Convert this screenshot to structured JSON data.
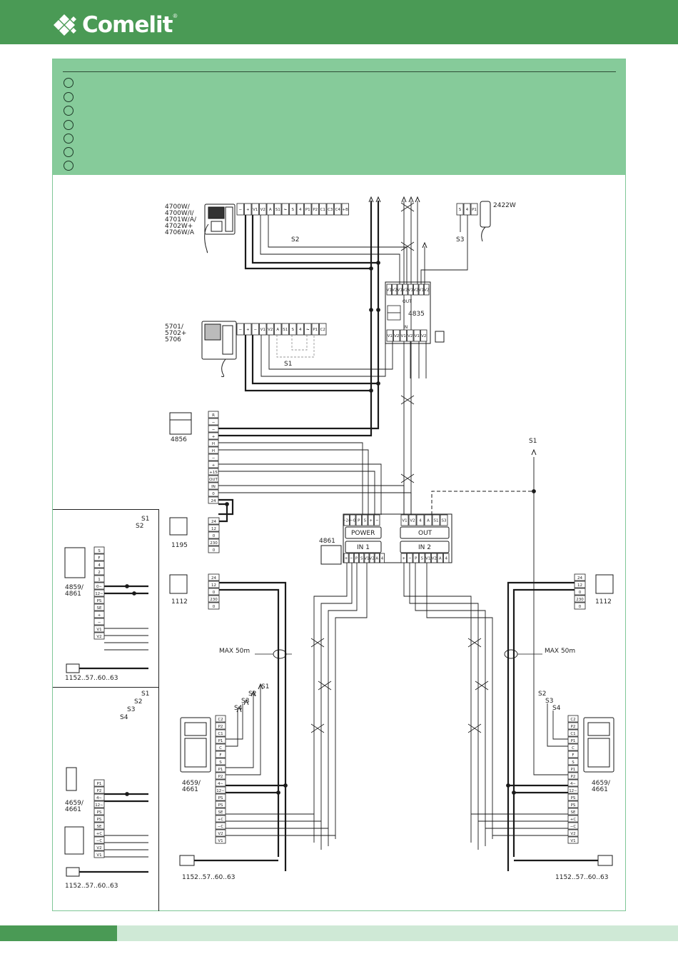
{
  "brand": {
    "name": "Comelit",
    "reg": "®"
  },
  "labels": {
    "top_monitor": [
      "4700W/",
      "4700W/I/",
      "4701W/A/",
      "4702W+",
      "4706W/A"
    ],
    "mid_monitor": [
      "5701/",
      "5702+",
      "5706"
    ],
    "handset": "2422W",
    "distributor": "4835",
    "dist_out": "OUT",
    "dist_in": "IN",
    "unit_4856": "4856",
    "unit_4861": "4861",
    "power": "POWER",
    "out": "OUT",
    "in1": "IN 1",
    "in2": "IN 2",
    "s1": "S1",
    "s2": "S2",
    "s3": "S3",
    "s4": "S4",
    "psu_1195": "1195",
    "psu_1112_left": "1112",
    "psu_1112_right": "1112",
    "max_left": "MAX 50m",
    "max_right": "MAX 50m",
    "panel_4659_left": [
      "4659/",
      "4661"
    ],
    "panel_4659_right": [
      "4659/",
      "4661"
    ],
    "panel_4859": [
      "4859/",
      "4861"
    ],
    "panel_4659_side": [
      "4659/",
      "4661"
    ],
    "cam_1152_a": "1152..57..60..63",
    "cam_1152_b": "1152..57..60..63",
    "cam_1152_left": "1152..57..60..63",
    "cam_1152_right": "1152..57..60..63"
  },
  "terminals": {
    "top_monitor": [
      "−",
      "+",
      "V1",
      "V2",
      "A",
      "S1",
      "⏦",
      "S",
      "4",
      "P1",
      "P2",
      "C1",
      "C3",
      "C4",
      "+B"
    ],
    "handset": [
      "S",
      "4",
      "P1"
    ],
    "dist_out_row": [
      "V1",
      "V2",
      "V1",
      "V2",
      "V1",
      "V2",
      "V1",
      "V2"
    ],
    "dist_in_row": [
      "V1",
      "V2",
      "V1",
      "V2",
      "V1",
      "V2"
    ],
    "mid_monitor": [
      "−",
      "+",
      "−",
      "V1",
      "V2",
      "A",
      "S1",
      "S",
      "4",
      "⏦",
      "P1",
      "C2"
    ],
    "psu_4856": [
      "R",
      "−",
      "−",
      "+",
      "H",
      "H",
      "−",
      "+",
      "+15",
      "OUT",
      "IN",
      "0",
      "24"
    ],
    "power_top": [
      "∼24",
      "∼0",
      "P",
      "S",
      "+",
      "−"
    ],
    "out_top": [
      "V1",
      "V2",
      "4",
      "A",
      "S1",
      "S3"
    ],
    "in_bottom": [
      "+",
      "−",
      "P",
      "S",
      "V1",
      "V2",
      "A",
      "4"
    ],
    "psu_1195": [
      "24",
      "12",
      "0",
      "230",
      "0"
    ],
    "psu_1112": [
      "24",
      "12",
      "0",
      "230",
      "0"
    ],
    "panel_left": [
      "C2",
      "P2",
      "C1",
      "P1",
      "C",
      "F",
      "S",
      "P1",
      "P2",
      "4∼",
      "12∼",
      "PS",
      "PS",
      "SE",
      "+C",
      "−C",
      "V2",
      "V1"
    ],
    "panel_4859_left": [
      "S",
      "F",
      "4",
      "2",
      "1",
      "0∼",
      "12∼",
      "PS",
      "SE",
      "+",
      "−",
      "V1",
      "V2"
    ],
    "panel_4659_side": [
      "P1",
      "P2",
      "4∼",
      "12∼",
      "PS",
      "PS",
      "SE",
      "+C",
      "−C",
      "V2",
      "V1"
    ]
  },
  "colors": {
    "brand_green": "#4a9a55",
    "light_green": "#86cb9a",
    "footer_light": "#cfe9d6",
    "wire": "#1a1a1a",
    "wire_grey": "#9a9a9a"
  }
}
